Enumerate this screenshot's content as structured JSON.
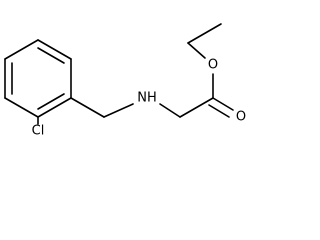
{
  "molecule": {
    "atoms": {
      "nh": "NH",
      "o_ester": "O",
      "o_carbonyl": "O",
      "cl": "Cl"
    }
  },
  "colors": {
    "bond": "#000000",
    "label": "#000000",
    "background": "#ffffff"
  }
}
